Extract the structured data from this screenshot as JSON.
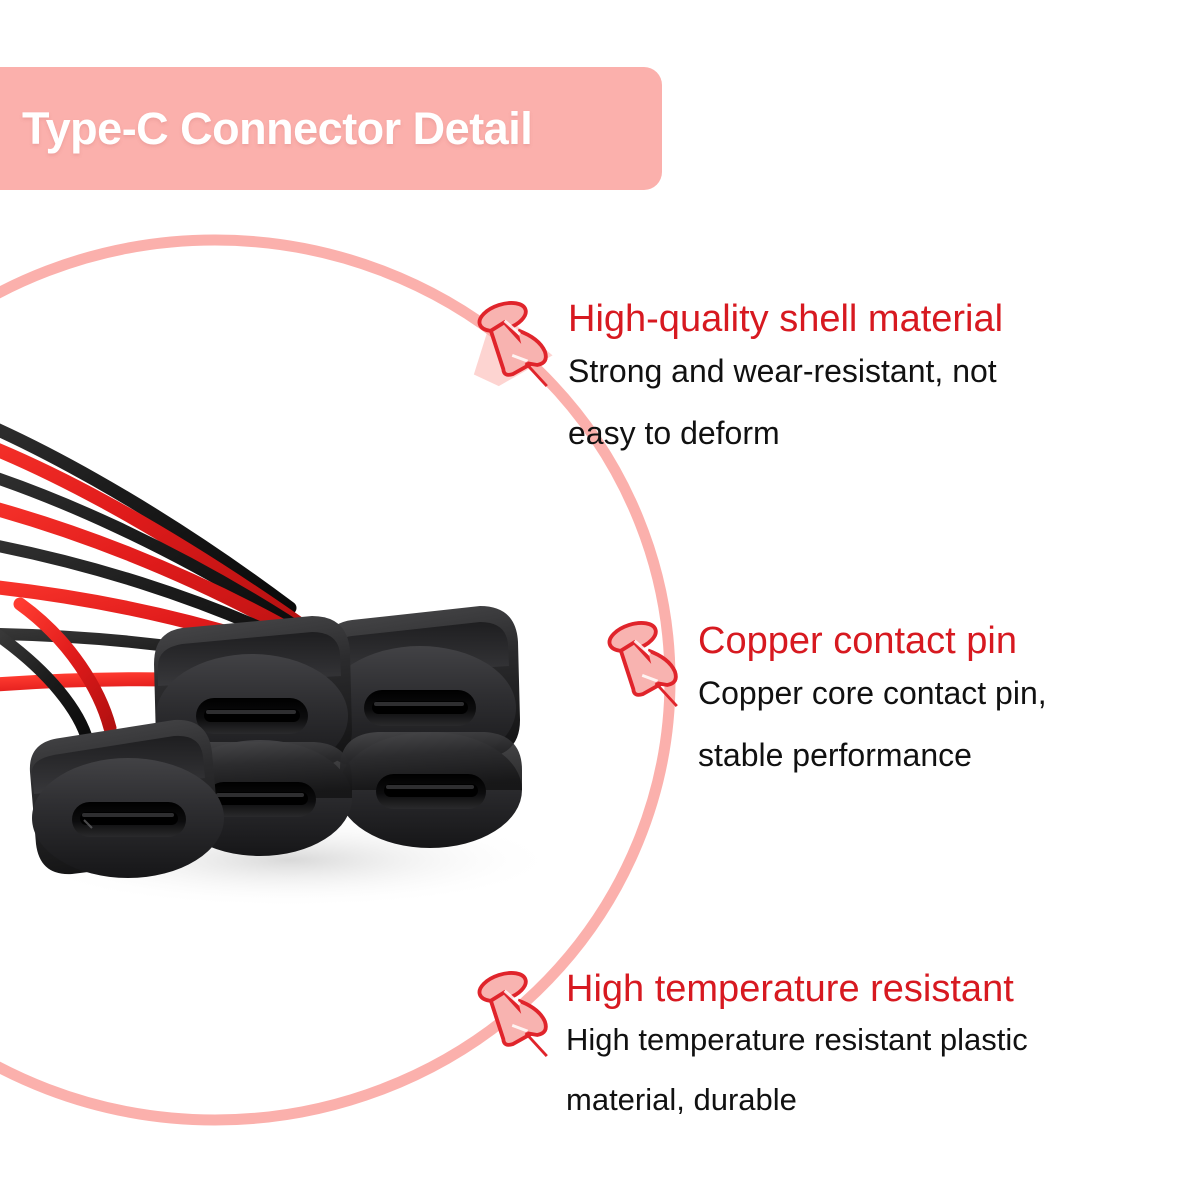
{
  "banner": {
    "title": "Type-C Connector Detail",
    "bg_color": "#fbb0ac",
    "text_color": "#ffffff"
  },
  "theme": {
    "accent_red": "#d71920",
    "pink": "#fbb0ac",
    "pin_outline": "#e0242b",
    "pin_fill": "#f8b3b0",
    "body_text": "#111111",
    "background": "#ffffff"
  },
  "product_photo": {
    "alt": "Five black Type-C female connector sockets with red and black wires",
    "wire_colors": [
      "#e01b1b",
      "#1a1a1a"
    ],
    "connector_count": 5,
    "wire_count": 8
  },
  "features": [
    {
      "icon": "pushpin-icon",
      "heading": "High-quality shell material",
      "lines": [
        "Strong and wear-resistant, not",
        "easy to deform"
      ]
    },
    {
      "icon": "pushpin-icon",
      "heading": "Copper contact pin",
      "lines": [
        "Copper core contact pin,",
        "stable performance"
      ]
    },
    {
      "icon": "pushpin-icon",
      "heading": "High temperature resistant",
      "lines": [
        "High temperature resistant plastic",
        "material, durable"
      ]
    }
  ]
}
